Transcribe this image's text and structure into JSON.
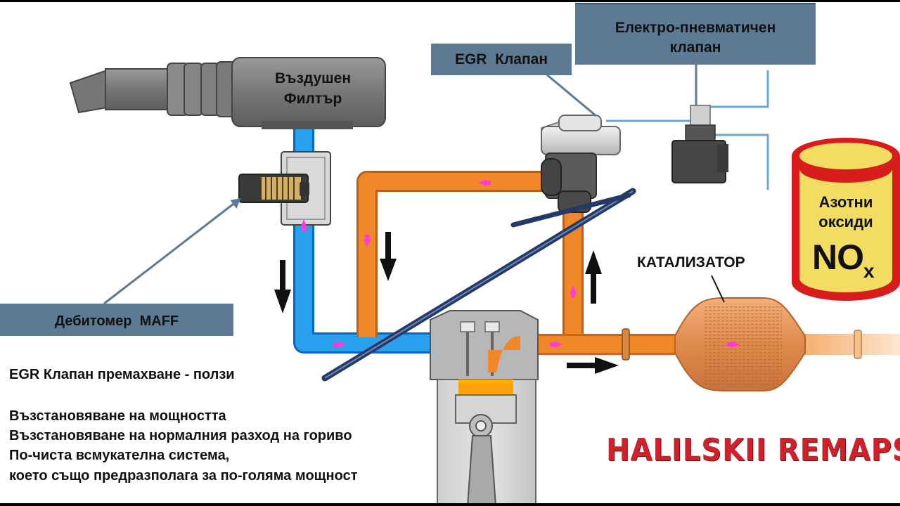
{
  "labels": {
    "air_filter": [
      "Въздушен",
      "Филтър"
    ],
    "egr_valve": "EGR  Клапан",
    "electro_pneumatic": [
      "Електро-пневматичен",
      "клапан"
    ],
    "maf_sensor": "Дебитомер  MAFF",
    "catalyst": "КАТАЛИЗАТОР",
    "nox_text": [
      "Азотни",
      "оксиди"
    ],
    "nox_symbol": "NO",
    "nox_subscript": "x"
  },
  "benefits": {
    "title": "EGR Клапан премахване - ползи",
    "items": [
      "Възстановяване на мощността",
      "Възстановяване на нормалния разход на гориво",
      "По-чиста всмукателна система,",
      "което също предразполага за по-голяма мощност"
    ]
  },
  "brand": "HALILSKII REMAPS",
  "colors": {
    "intake": "#1e88e5",
    "exhaust": "#e67e22",
    "label_box": "#5d7a94",
    "brand_red": "#d0202a",
    "nox_red": "#d81c1c",
    "nox_yellow": "#f2dc62"
  }
}
